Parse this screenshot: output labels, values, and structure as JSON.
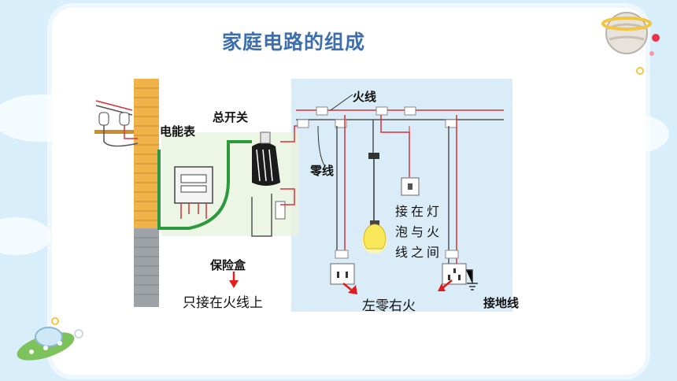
{
  "slide": {
    "title": "家庭电路的组成"
  },
  "labels": {
    "live_wire": "火线",
    "meter": "电能表",
    "main_switch": "总开关",
    "neutral_wire": "零线",
    "fuse_box": "保险盒",
    "fuse_note": "只接在火线上",
    "lamp_note_1": "接在灯",
    "lamp_note_2": "泡与火",
    "lamp_note_3": "线之间",
    "socket_note": "左零右火",
    "ground_wire": "接地线"
  },
  "colors": {
    "title": "#3d6fae",
    "live": "#d8323a",
    "neutral": "#555555",
    "ground": "#2c9a3c",
    "arrow": "#e21c1c",
    "brick": "#f2b24a",
    "panel": "#d9ecf7"
  }
}
